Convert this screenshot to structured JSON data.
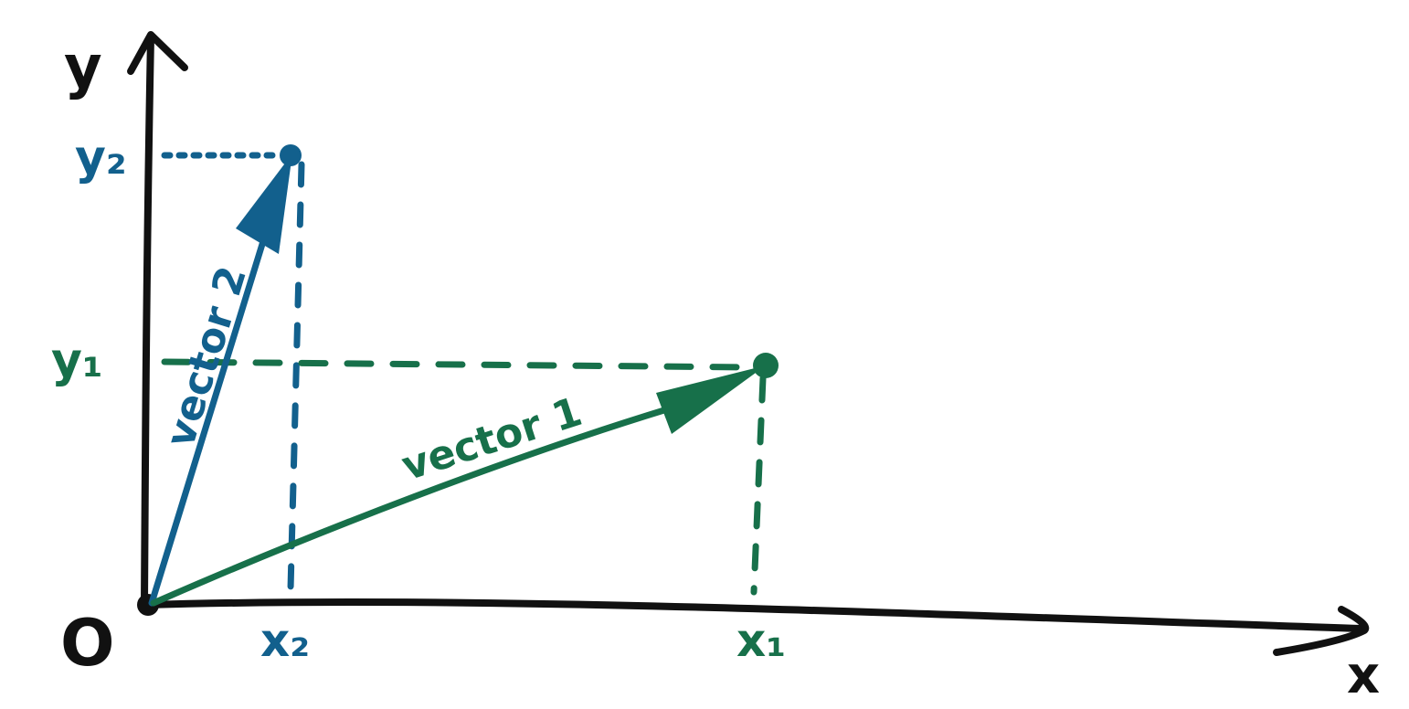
{
  "labels": {
    "y_axis": "y",
    "x_axis": "x",
    "origin": "O",
    "y2": "y₂",
    "y1": "y₁",
    "x2": "x₂",
    "x1": "x₁",
    "vector_1": "vector 1",
    "vector_2": "vector 2"
  },
  "colors": {
    "axes": "#111111",
    "vector_1": "#17704a",
    "vector_2": "#12608d",
    "background": "#ffffff"
  },
  "vectors": [
    {
      "name": "vector 1",
      "x_label": "x₁",
      "y_label": "y₁"
    },
    {
      "name": "vector 2",
      "x_label": "x₂",
      "y_label": "y₂"
    }
  ]
}
